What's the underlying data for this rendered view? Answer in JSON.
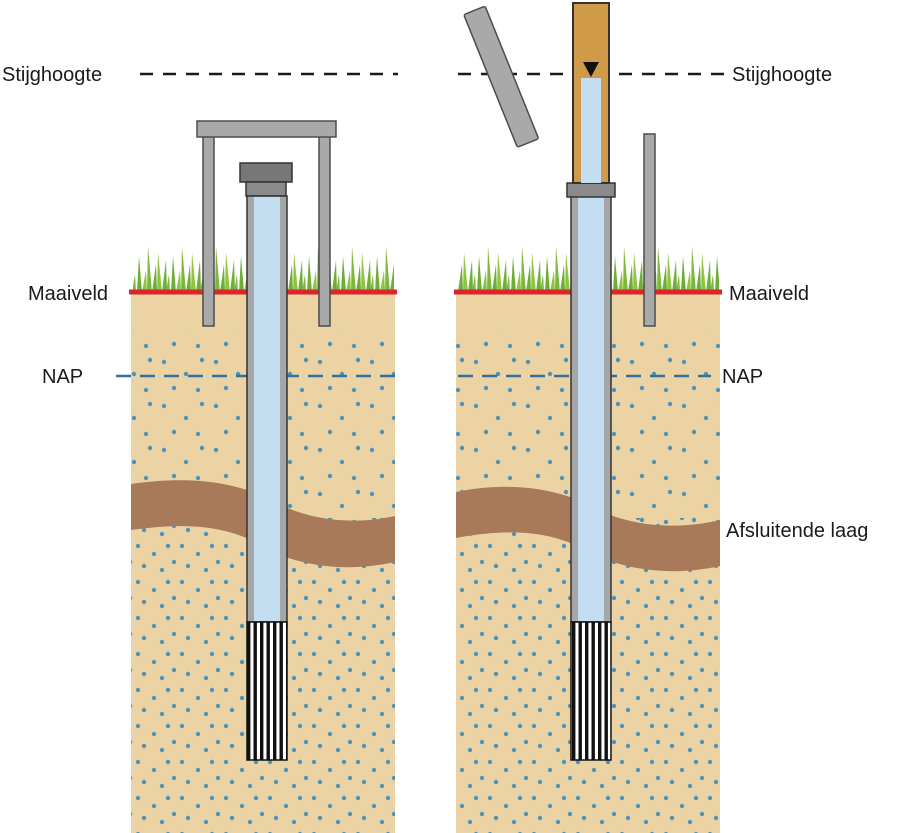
{
  "labels": {
    "stijghoogte_left": "Stijghoogte",
    "stijghoogte_right": "Stijghoogte",
    "maaiveld_left": "Maaiveld",
    "maaiveld_right": "Maaiveld",
    "nap_left": "NAP",
    "nap_right": "NAP",
    "afsluitende_laag": "Afsluitende laag"
  },
  "colors": {
    "stijghoogte_line": "#1a1a1a",
    "maaiveld_line": "#d9252b",
    "nap_line": "#33729e",
    "sand": "#ecd3a3",
    "sand_dots": "#4e93b8",
    "confining_layer": "#a87a5a",
    "grass_green": "#7db83e",
    "pipe_gray": "#a6a6a6",
    "water": "#c3def0",
    "casing_orange": "#cf9b49"
  }
}
